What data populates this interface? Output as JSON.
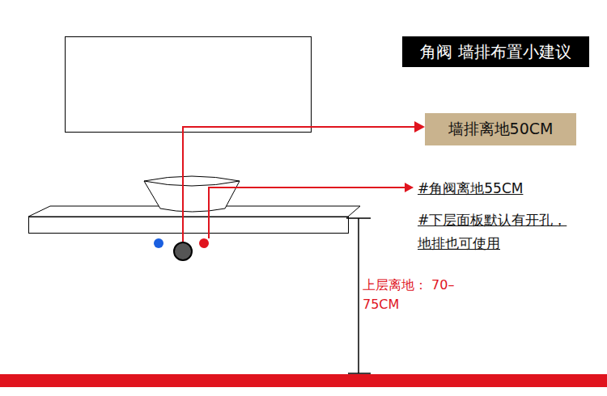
{
  "diagram": {
    "title": "角阀 墙排布置小建议",
    "nodes": [
      {
        "text": [
          "墙排离地50CM"
        ]
      }
    ],
    "labels": [
      "#角阀离地55CM",
      "#下层面板默认有开孔， 地排也可使用",
      "上层离地： 70–75CM"
    ]
  }
}
